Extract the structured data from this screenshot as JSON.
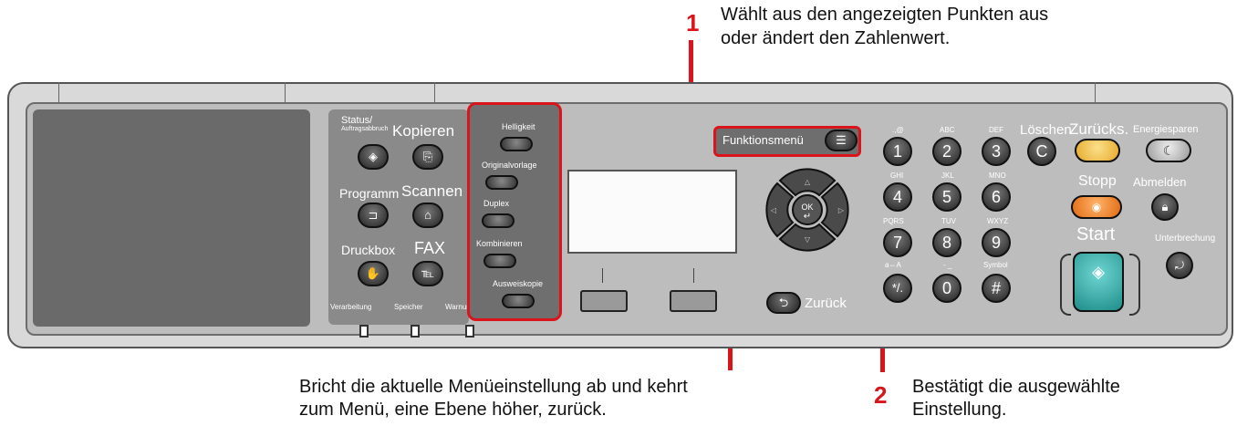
{
  "callouts": {
    "c1": {
      "number": "1",
      "text_line1": "Wählt aus den angezeigten Punkten aus",
      "text_line2": "oder ändert den Zahlenwert."
    },
    "c2": {
      "number": "2",
      "text_line1": "Bestätigt die ausgewählte",
      "text_line2": "Einstellung."
    },
    "c3": {
      "text_line1": "Bricht die aktuelle Menüeinstellung ab und kehrt",
      "text_line2": "zum Menü, eine Ebene höher, zurück."
    }
  },
  "panel_left": {
    "status_label": "Status/",
    "status_sub": "Auftragsabbruch",
    "kopieren": "Kopieren",
    "programm": "Programm",
    "scannen": "Scannen",
    "druckbox": "Druckbox",
    "fax": "FAX",
    "bottom_labels": [
      "Verarbeitung",
      "Speicher",
      "Warnung"
    ]
  },
  "panel_mid": {
    "helligkeit": "Helligkeit",
    "originalvorlage": "Originalvorlage",
    "duplex": "Duplex",
    "kombinieren": "Kombinieren",
    "ausweiskopie": "Ausweiskopie"
  },
  "function_menu": {
    "label": "Funktionsmenü"
  },
  "back": {
    "label": "Zurück"
  },
  "ok_label": "OK",
  "numpad": {
    "keys": [
      {
        "main": "1",
        "sub": ".,@"
      },
      {
        "main": "2",
        "sub": "ABC"
      },
      {
        "main": "3",
        "sub": "DEF"
      },
      {
        "main": "4",
        "sub": "GHI"
      },
      {
        "main": "5",
        "sub": "JKL"
      },
      {
        "main": "6",
        "sub": "MNO"
      },
      {
        "main": "7",
        "sub": "PQRS"
      },
      {
        "main": "8",
        "sub": "TUV"
      },
      {
        "main": "9",
        "sub": "WXYZ"
      },
      {
        "main": "*/.",
        "sub": "a⇔A"
      },
      {
        "main": "0",
        "sub": "-  _"
      },
      {
        "main": "#",
        "sub": "Symbol"
      }
    ]
  },
  "right_panel": {
    "loeschen": "Löschen",
    "loeschen_key": "C",
    "zuruecks": "Zurücks.",
    "energiesparen": "Energiesparen",
    "stopp": "Stopp",
    "abmelden": "Abmelden",
    "start": "Start",
    "unterbrechung": "Unterbrechung"
  },
  "colors": {
    "callout_red": "#d9141b",
    "zuruecks_yellow": "#f2c94c",
    "stopp_orange": "#f28a2e",
    "start_teal": "#3fb8b4"
  }
}
